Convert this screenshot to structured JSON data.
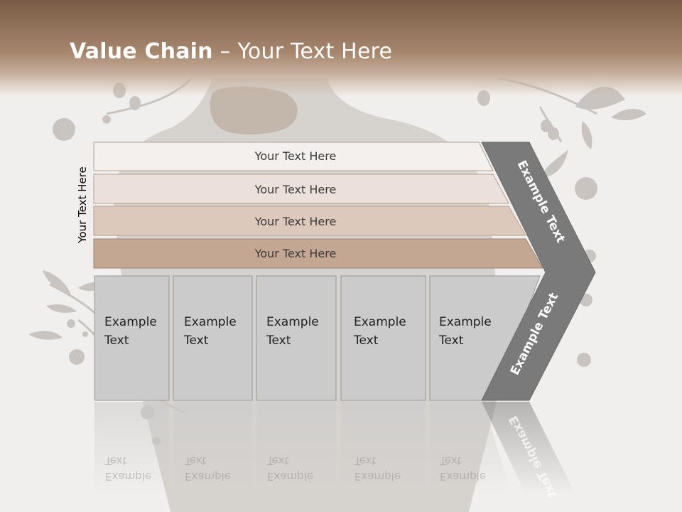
{
  "title": {
    "bold": "Value Chain",
    "rest": " – Your Text Here"
  },
  "side_label": "Your Text Here",
  "rows": [
    {
      "label": "Your Text Here",
      "color": "#f3f0ed"
    },
    {
      "label": "Your Text Here",
      "color": "#ebe1da"
    },
    {
      "label": "Your Text Here",
      "color": "#dcc9bb"
    },
    {
      "label": "Your Text Here",
      "color": "#c4a793"
    }
  ],
  "boxes": [
    {
      "line1": "Example",
      "line2": "Text"
    },
    {
      "line1": "Example",
      "line2": "Text"
    },
    {
      "line1": "Example",
      "line2": "Text"
    },
    {
      "line1": "Example",
      "line2": "Text"
    },
    {
      "line1": "Example",
      "line2": "Text"
    }
  ],
  "chevron": {
    "upper": "Example Text",
    "lower": "Example Text",
    "color": "#7a7a7a"
  },
  "colors": {
    "header": "#7a5c46",
    "box_fill": "#cbcbcb",
    "background": "#f1efed"
  }
}
